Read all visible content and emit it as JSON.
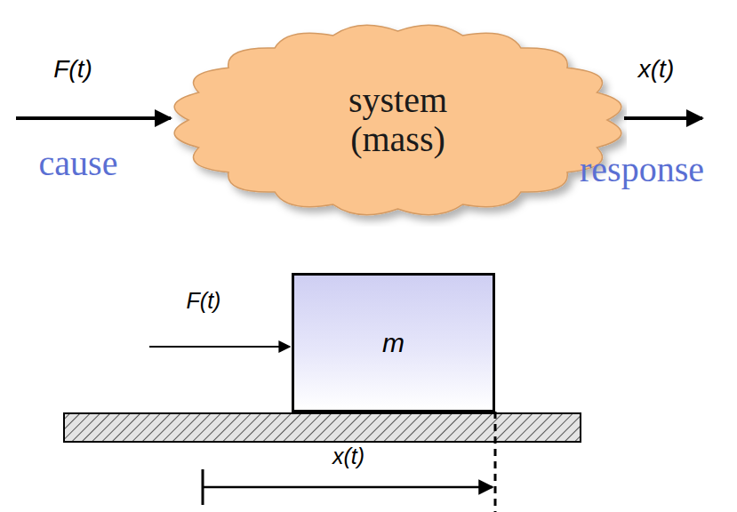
{
  "diagram": {
    "nodes": [
      {
        "text": [
          "system (mass)"
        ]
      },
      {
        "text": [
          "m"
        ]
      }
    ],
    "labels": [
      "F(t)",
      "cause",
      "x(t)",
      "response",
      "F(t)",
      "x(t)"
    ]
  }
}
